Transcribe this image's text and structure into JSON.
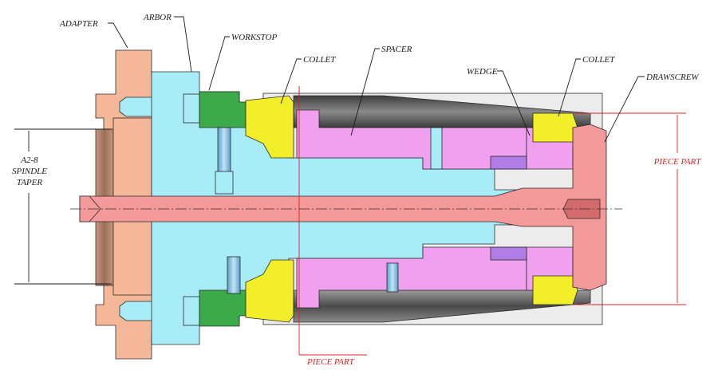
{
  "labels": {
    "adapter": "ADAPTER",
    "arbor": "ARBOR",
    "workstop": "WORKSTOP",
    "collet_left": "COLLET",
    "spacer": "SPACER",
    "wedge": "WEDGE",
    "collet_right": "COLLET",
    "drawscrew": "DRAWSCREW",
    "spindle_taper_line1": "A2-8",
    "spindle_taper_line2": "SPINDLE",
    "spindle_taper_line3": "TAPER",
    "piece_part_right": "PIECE PART",
    "piece_part_bottom": "PIECE PART"
  },
  "colors": {
    "adapter": "#f4b898",
    "adapter_bore": "#b5856c",
    "arbor": "#a8ecf8",
    "workstop": "#3daa4a",
    "collet": "#f2ee2a",
    "spacer": "#f0a0ee",
    "wedge": "#f0a0ee",
    "drawscrew": "#f4999a",
    "piece_part": "#5a5a5a",
    "housing": "#ececec",
    "pin": "#7fb8d8",
    "accent_red": "#e0201c"
  }
}
